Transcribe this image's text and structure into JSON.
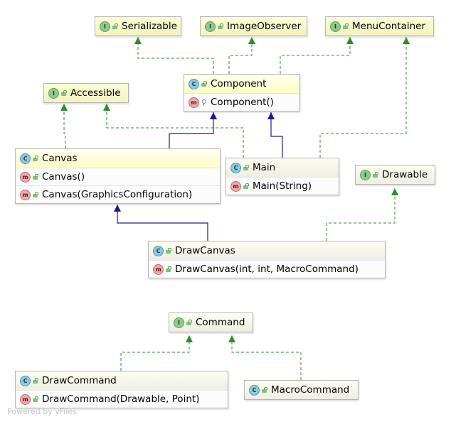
{
  "diagram": {
    "nodes": {
      "serializable": {
        "name": "Serializable"
      },
      "image_observer": {
        "name": "ImageObserver"
      },
      "menu_container": {
        "name": "MenuContainer"
      },
      "accessible": {
        "name": "Accessible"
      },
      "component": {
        "name": "Component",
        "members": [
          "Component()"
        ]
      },
      "canvas": {
        "name": "Canvas",
        "members": [
          "Canvas()",
          "Canvas(GraphicsConfiguration)"
        ]
      },
      "main": {
        "name": "Main",
        "members": [
          "Main(String)"
        ]
      },
      "drawable": {
        "name": "Drawable"
      },
      "draw_canvas": {
        "name": "DrawCanvas",
        "members": [
          "DrawCanvas(int, int, MacroCommand)"
        ]
      },
      "command": {
        "name": "Command"
      },
      "draw_command": {
        "name": "DrawCommand",
        "members": [
          "DrawCommand(Drawable, Point)"
        ]
      },
      "macro_command": {
        "name": "MacroCommand"
      }
    },
    "icons": {
      "interface": "interface-icon",
      "class": "class-icon",
      "method": "method-icon",
      "public": "public-visibility-icon",
      "package": "package-visibility-icon"
    },
    "colors": {
      "inheritance": "#1a1a8c",
      "realization": "#2e8b2e"
    }
  },
  "watermark": "Powered by yFiles"
}
